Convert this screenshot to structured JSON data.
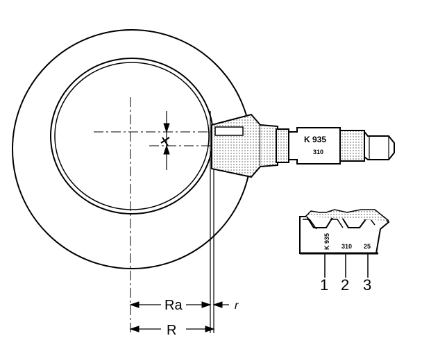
{
  "shaft_marks": {
    "code": "K 935",
    "number": "310"
  },
  "tooth_detail": {
    "mark_1": "K 935",
    "mark_2": "310",
    "mark_3": "25",
    "callouts": [
      "1",
      "2",
      "3"
    ]
  },
  "dimensions": {
    "ra_label": "Ra",
    "r_label": "r",
    "R_label": "R"
  },
  "colors": {
    "ink": "#000000",
    "paper": "#ffffff"
  }
}
